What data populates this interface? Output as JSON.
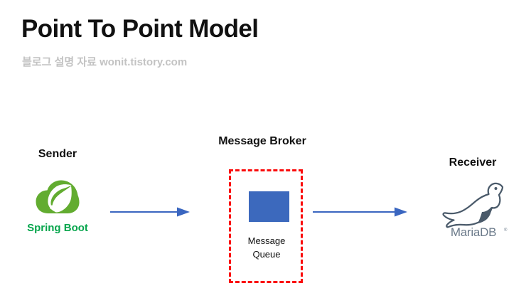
{
  "slide": {
    "title": "Point To Point Model",
    "subtitle": "블로그 설명 자료 wonit.tistory.com",
    "background_color": "#ffffff",
    "title_color": "#111111",
    "subtitle_color": "#c3c3c3"
  },
  "diagram": {
    "type": "flow",
    "accent_colors": {
      "arrow": "#3a66c0",
      "queue_square": "#3c69bd",
      "broker_border": "#fa0b0b",
      "spring_green": "#06a54c",
      "spring_logo_green": "#62ac30",
      "mariadb_slate": "#4a5a6a"
    },
    "nodes": [
      {
        "id": "sender",
        "title": "Sender",
        "icon": "spring-boot-leaf-icon",
        "sublabel": "Spring Boot"
      },
      {
        "id": "broker",
        "title": "Message Broker",
        "box_style": "red-dashed",
        "inner_shape": "blue-square",
        "queue_label_line1": "Message",
        "queue_label_line2": "Queue",
        "queue_label": "Message\nQueue"
      },
      {
        "id": "receiver",
        "title": "Receiver",
        "icon": "mariadb-seal-icon",
        "wordmark": "MariaDB"
      }
    ],
    "arrows": [
      {
        "id": "arrow-1",
        "from": "sender",
        "to": "broker",
        "direction": "right"
      },
      {
        "id": "arrow-2",
        "from": "broker",
        "to": "receiver",
        "direction": "right"
      }
    ]
  }
}
